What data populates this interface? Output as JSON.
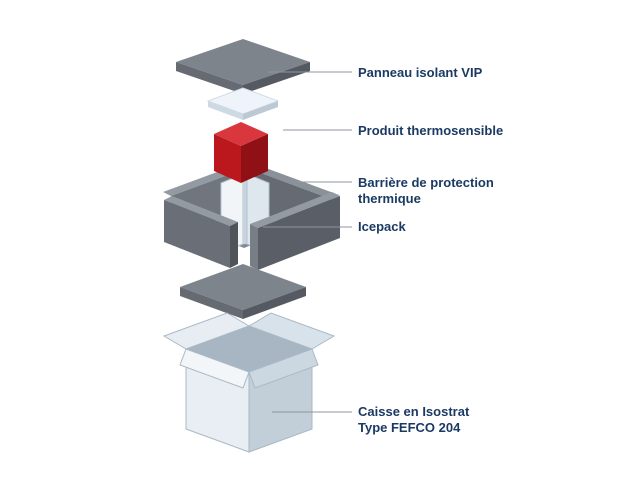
{
  "figure": {
    "background": "#ffffff",
    "labels": [
      "Panneau isolant VIP",
      "Produit thermosensible",
      "Barrière de protection\nthermique",
      "Icepack",
      "Caisse en Isostrat\nType FEFCO 204"
    ],
    "colors": {
      "panel_top": "#7e848c",
      "panel_left": "#666b73",
      "panel_right": "#555a62",
      "vip_top": "#eef4f9",
      "vip_left": "#cdd9e3",
      "vip_right": "#bcc9d4",
      "rim_light": "#949aa2",
      "rim_dark": "#8b9199",
      "inner_left": "#71767e",
      "inner_right": "#666b73",
      "floor": "#858b93",
      "wall_left": "#6a6f77",
      "wall_right": "#5a5f67",
      "wall_cap": "#4f545b",
      "wall_cap_light": "#787e86",
      "ice_light": "#f1f5f8",
      "ice_mid": "#dfe7ee",
      "ice_seam": "#c7d3dd",
      "ice_stroke": "#b4c2cd",
      "red_top": "#d9373d",
      "red_left": "#bb181e",
      "red_right": "#8f1015",
      "box_inside": "#a7b6c2",
      "box_left": "#e8eef3",
      "box_right": "#c2cfd9",
      "wing_left": "#e7edf2",
      "wing_right": "#d8e2ea",
      "hang_left": "#f2f6f9",
      "hang_right": "#ccd8e1",
      "box_stroke": "#a9b9c5",
      "label_text": "#1b3a63",
      "leader": "#8f969e"
    }
  }
}
